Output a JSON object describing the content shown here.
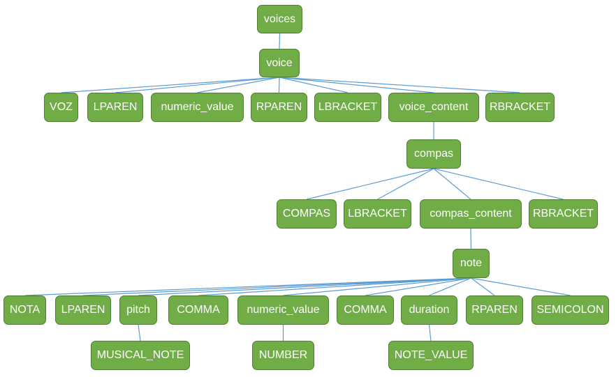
{
  "colors": {
    "node_fill": "#70ad47",
    "node_border": "#507e32",
    "node_text": "#ffffff",
    "edge": "#5b9bd5"
  },
  "nodes": {
    "voices": "voices",
    "voice": "voice",
    "voz": "VOZ",
    "lparen_1": "LPAREN",
    "numeric_value_1": "numeric_value",
    "rparen_1": "RPAREN",
    "lbracket_1": "LBRACKET",
    "voice_content": "voice_content",
    "rbracket_1": "RBRACKET",
    "compas": "compas",
    "compas_token": "COMPAS",
    "lbracket_2": "LBRACKET",
    "compas_content": "compas_content",
    "rbracket_2": "RBRACKET",
    "note": "note",
    "nota": "NOTA",
    "lparen_2": "LPAREN",
    "pitch": "pitch",
    "comma_1": "COMMA",
    "numeric_value_2": "numeric_value",
    "comma_2": "COMMA",
    "duration": "duration",
    "rparen_2": "RPAREN",
    "semicolon": "SEMICOLON",
    "musical_note": "MUSICAL_NOTE",
    "number": "NUMBER",
    "note_value": "NOTE_VALUE"
  },
  "edges": [
    [
      "voices",
      "voice"
    ],
    [
      "voice",
      "voz"
    ],
    [
      "voice",
      "lparen_1"
    ],
    [
      "voice",
      "numeric_value_1"
    ],
    [
      "voice",
      "rparen_1"
    ],
    [
      "voice",
      "lbracket_1"
    ],
    [
      "voice",
      "voice_content"
    ],
    [
      "voice",
      "rbracket_1"
    ],
    [
      "voice_content",
      "compas"
    ],
    [
      "compas",
      "compas_token"
    ],
    [
      "compas",
      "lbracket_2"
    ],
    [
      "compas",
      "compas_content"
    ],
    [
      "compas",
      "rbracket_2"
    ],
    [
      "compas_content",
      "note"
    ],
    [
      "note",
      "nota"
    ],
    [
      "note",
      "lparen_2"
    ],
    [
      "note",
      "pitch"
    ],
    [
      "note",
      "comma_1"
    ],
    [
      "note",
      "numeric_value_2"
    ],
    [
      "note",
      "comma_2"
    ],
    [
      "note",
      "duration"
    ],
    [
      "note",
      "rparen_2"
    ],
    [
      "note",
      "semicolon"
    ],
    [
      "pitch",
      "musical_note"
    ],
    [
      "numeric_value_2",
      "number"
    ],
    [
      "duration",
      "note_value"
    ]
  ]
}
